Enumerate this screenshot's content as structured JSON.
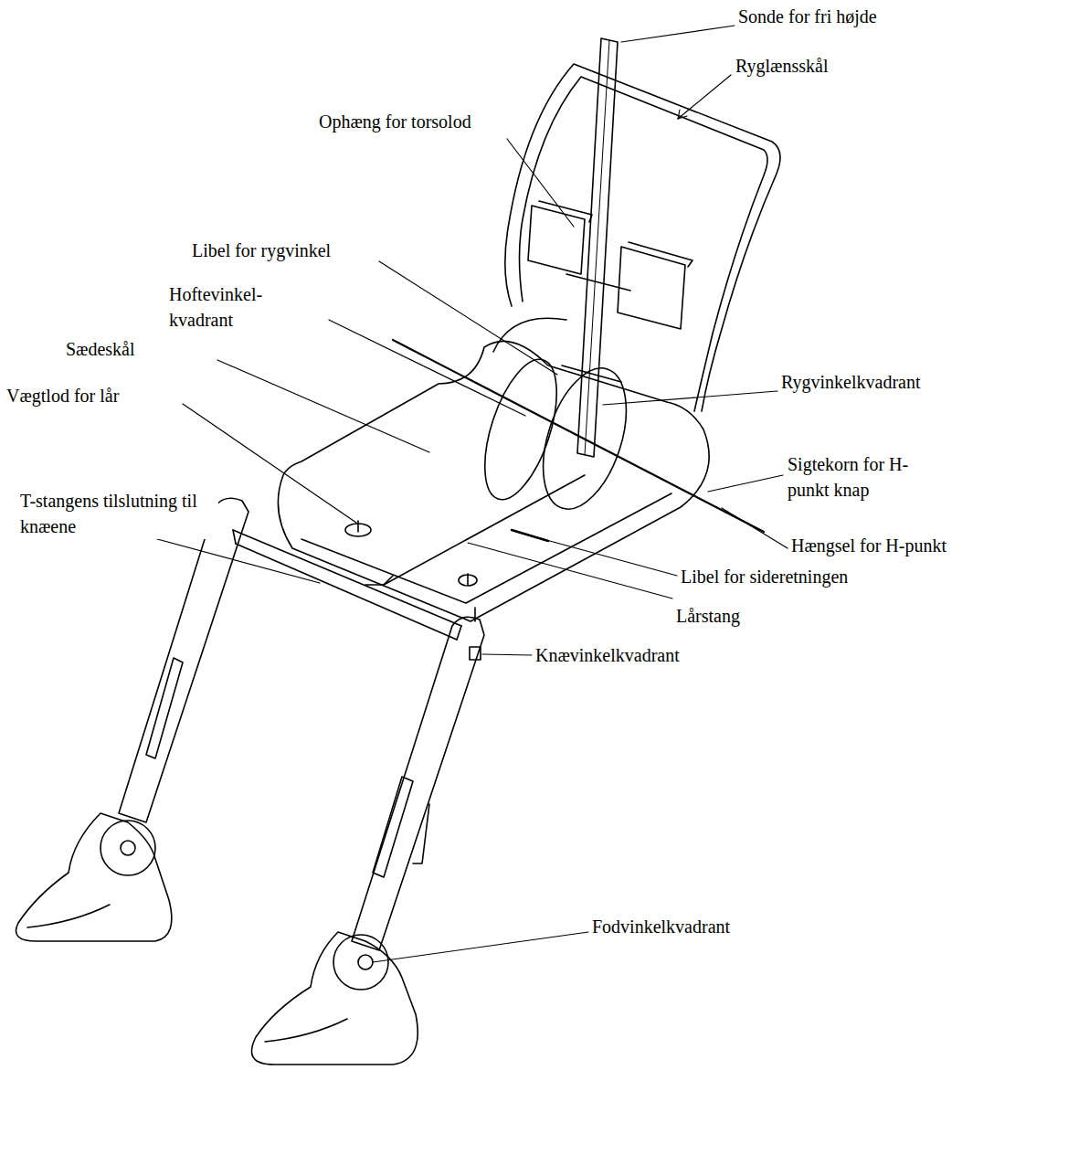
{
  "diagram": {
    "labels": [
      "Sonde for fri højde",
      "Ryglænsskål",
      "Ophæng for torsolod",
      "Libel for rygvinkel",
      "Hoftevinkel- kvadrant",
      "Sædeskål",
      "Vægtlod for lår",
      "T-stangens tilslutning til knæene",
      "Rygvinkelkvadrant",
      "Sigtekorn for H-punkt knap",
      "Hængsel for H-punkt",
      "Libel for sideretningen",
      "Lårstang",
      "Knævinkelkvadrant",
      "Fodvinkelkvadrant"
    ]
  }
}
